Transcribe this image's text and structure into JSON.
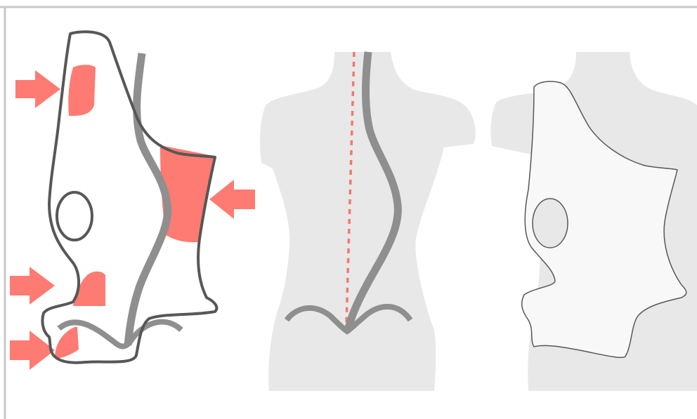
{
  "colors": {
    "background": "#ffffff",
    "frame": "#c8c8c8",
    "pressure_pad": "#fd7b72",
    "arrow": "#fd7b72",
    "spine": "#8f8f8f",
    "outline": "#575757",
    "torso_silhouette": "#e8e8e8",
    "brace_fill": "#f8f8f8",
    "midline": "#f4776c"
  },
  "panels": [
    {
      "id": "brace-with-pressure-points",
      "icons": [
        "brace-outline",
        "spine-curve",
        "pressure-pad",
        "force-arrow",
        "opening-circle"
      ]
    },
    {
      "id": "torso-with-curved-spine",
      "icons": [
        "torso-silhouette",
        "spine-curve",
        "midline-dashed",
        "pelvis-curve"
      ]
    },
    {
      "id": "brace-worn-on-torso",
      "icons": [
        "torso-silhouette",
        "brace-shell",
        "opening-circle"
      ]
    }
  ]
}
